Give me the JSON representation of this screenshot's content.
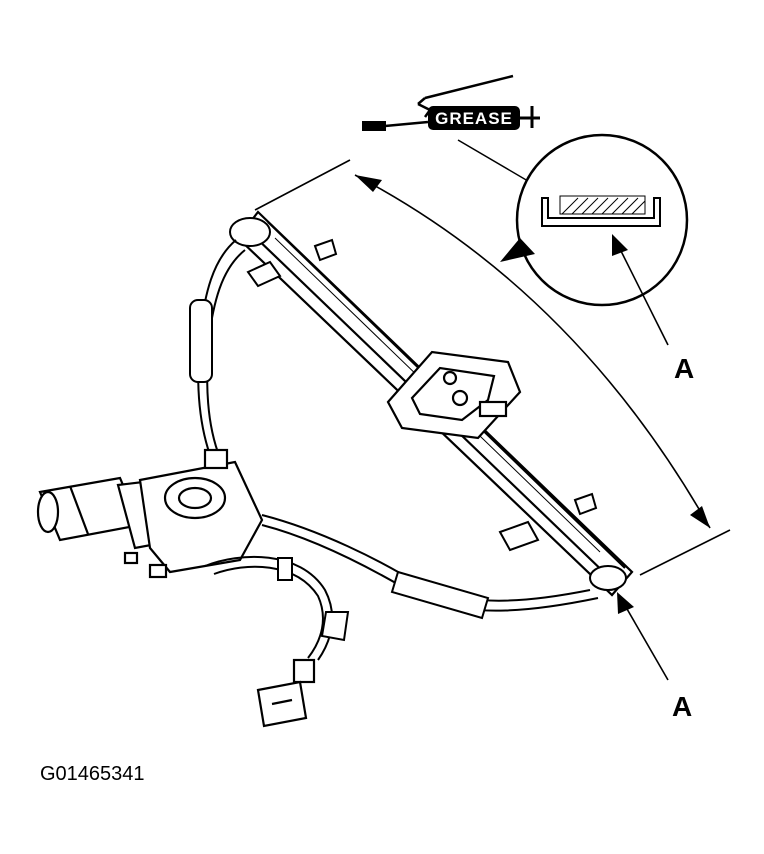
{
  "figure": {
    "grease_label": "GREASE",
    "callouts": [
      "A",
      "A"
    ],
    "figure_id": "G01465341"
  },
  "colors": {
    "ink": "#000000",
    "paper": "#ffffff"
  },
  "icons": [
    "grease-gun-icon",
    "motor-icon",
    "connector-icon"
  ]
}
